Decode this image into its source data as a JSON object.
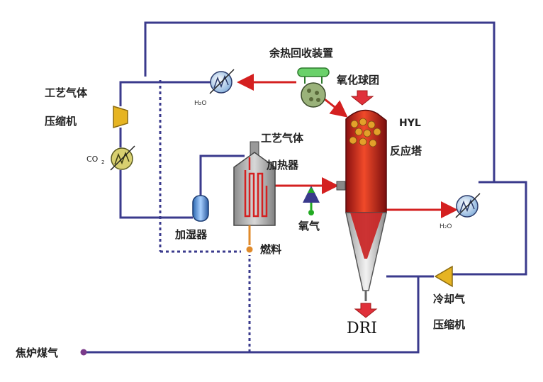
{
  "labels": {
    "process_gas_compressor_line1": "工艺气体",
    "process_gas_compressor_line2": "压缩机",
    "waste_heat_recovery": "余热回收装置",
    "oxidized_pellets": "氧化球团",
    "hyl_line1": "HYL",
    "hyl_line2": "反应塔",
    "process_gas_heater_line1": "工艺气体",
    "process_gas_heater_line2": "加热器",
    "co2": "CO",
    "co2_sub": "2",
    "h2o_top": "H₂O",
    "h2o_right": "H₂O",
    "humidifier": "加湿器",
    "oxygen": "氧气",
    "fuel": "燃料",
    "dri": "DRI",
    "cooling_gas_compressor_line1": "冷却气",
    "cooling_gas_compressor_line2": "压缩机",
    "coke_oven_gas": "焦炉煤气"
  },
  "colors": {
    "pipe_blue": "#3a3a8c",
    "pipe_red": "#d42020",
    "arrow_red": "#e0303a",
    "oxygen_green": "#22aa22",
    "fuel_orange": "#e08a2a",
    "compressor_yellow": "#e6b422",
    "reactor_red": "#c81e1e"
  },
  "icons": {
    "heat_exchanger_top": "heat-exchanger-icon",
    "heat_exchanger_right": "heat-exchanger-icon",
    "co2_scrubber": "co2-scrubber-icon",
    "compressor_left": "compressor-icon",
    "compressor_right": "compressor-icon",
    "humidifier": "humidifier-tank-icon",
    "heater": "heater-icon",
    "reactor": "shaft-reactor-icon",
    "waste_heat_unit": "waste-heat-unit-icon"
  }
}
